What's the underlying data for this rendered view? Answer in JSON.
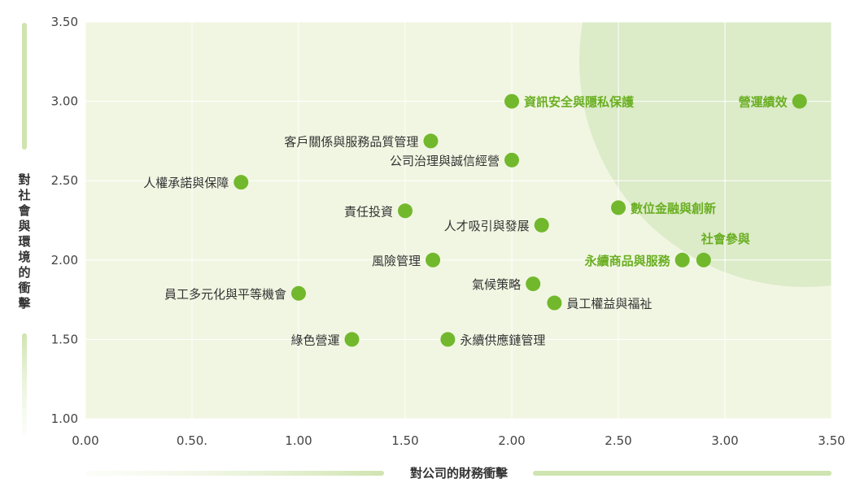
{
  "chart_data": {
    "type": "scatter",
    "xlabel": "對公司的財務衝擊",
    "ylabel": "對社會與環境的衝擊",
    "xlim": [
      0,
      3.5
    ],
    "ylim": [
      1.0,
      3.5
    ],
    "x_ticks": [
      "0.00",
      "0.50.",
      "1.00",
      "1.50",
      "2.00",
      "2.50",
      "3.00",
      "3.50"
    ],
    "y_ticks": [
      "1.00",
      "1.50",
      "2.00",
      "2.50",
      "3.00",
      "3.50"
    ],
    "grid": true,
    "colors": {
      "background": "#f1f6e2",
      "highlight_region": "#dcebc8",
      "point": "#72b82c",
      "highlight_label": "#6aaf22",
      "label": "#333333",
      "grid": "#ffffff"
    },
    "points": [
      {
        "label": "營運績效",
        "x": 3.35,
        "y": 3.0,
        "highlight": true,
        "side": "left"
      },
      {
        "label": "資訊安全與隱私保護",
        "x": 2.0,
        "y": 3.0,
        "highlight": true,
        "side": "right"
      },
      {
        "label": "客戶關係與服務品質管理",
        "x": 1.62,
        "y": 2.75,
        "highlight": false,
        "side": "left"
      },
      {
        "label": "公司治理與誠信經營",
        "x": 2.0,
        "y": 2.63,
        "highlight": false,
        "side": "left"
      },
      {
        "label": "人權承諾與保障",
        "x": 0.73,
        "y": 2.49,
        "highlight": false,
        "side": "left"
      },
      {
        "label": "責任投資",
        "x": 1.5,
        "y": 2.31,
        "highlight": false,
        "side": "left"
      },
      {
        "label": "數位金融與創新",
        "x": 2.5,
        "y": 2.33,
        "highlight": true,
        "side": "right"
      },
      {
        "label": "人才吸引與發展",
        "x": 2.14,
        "y": 2.22,
        "highlight": false,
        "side": "left"
      },
      {
        "label": "社會參與",
        "x": 2.9,
        "y": 2.0,
        "highlight": true,
        "side": "above"
      },
      {
        "label": "永續商品與服務",
        "x": 2.8,
        "y": 2.0,
        "highlight": true,
        "side": "left"
      },
      {
        "label": "風險管理",
        "x": 1.63,
        "y": 2.0,
        "highlight": false,
        "side": "left"
      },
      {
        "label": "氣候策略",
        "x": 2.1,
        "y": 1.85,
        "highlight": false,
        "side": "left"
      },
      {
        "label": "員工多元化與平等機會",
        "x": 1.0,
        "y": 1.79,
        "highlight": false,
        "side": "left"
      },
      {
        "label": "員工權益與福祉",
        "x": 2.2,
        "y": 1.73,
        "highlight": false,
        "side": "right"
      },
      {
        "label": "綠色營運",
        "x": 1.25,
        "y": 1.5,
        "highlight": false,
        "side": "left"
      },
      {
        "label": "永續供應鏈管理",
        "x": 1.7,
        "y": 1.5,
        "highlight": false,
        "side": "right"
      }
    ]
  }
}
